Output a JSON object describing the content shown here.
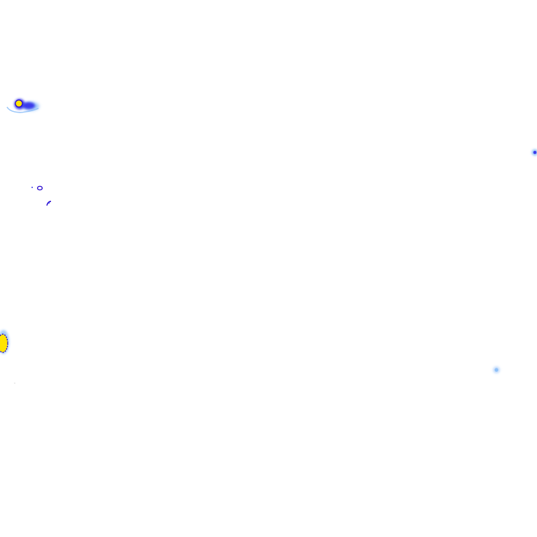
{
  "image": {
    "background_color": "#ffffff",
    "palette": {
      "bright_core": "#ffe400",
      "outline": "#2200cc",
      "mid_blue": "#3b3bea",
      "faint_blue": "#8ec0f8",
      "pale_blue": "#c4dcfb"
    },
    "features": [
      {
        "name": "upper-left-blob",
        "kind": "yellow core with blue halo and trailing tail"
      },
      {
        "name": "small-contour-a",
        "kind": "tiny blue contour loop"
      },
      {
        "name": "small-contour-b",
        "kind": "tiny blue contour arc"
      },
      {
        "name": "left-edge-blob",
        "kind": "yellow core with dotted blue outline"
      },
      {
        "name": "right-edge-speck",
        "kind": "small blue speck"
      },
      {
        "name": "lower-right-speck",
        "kind": "faint light-blue speck"
      }
    ]
  }
}
